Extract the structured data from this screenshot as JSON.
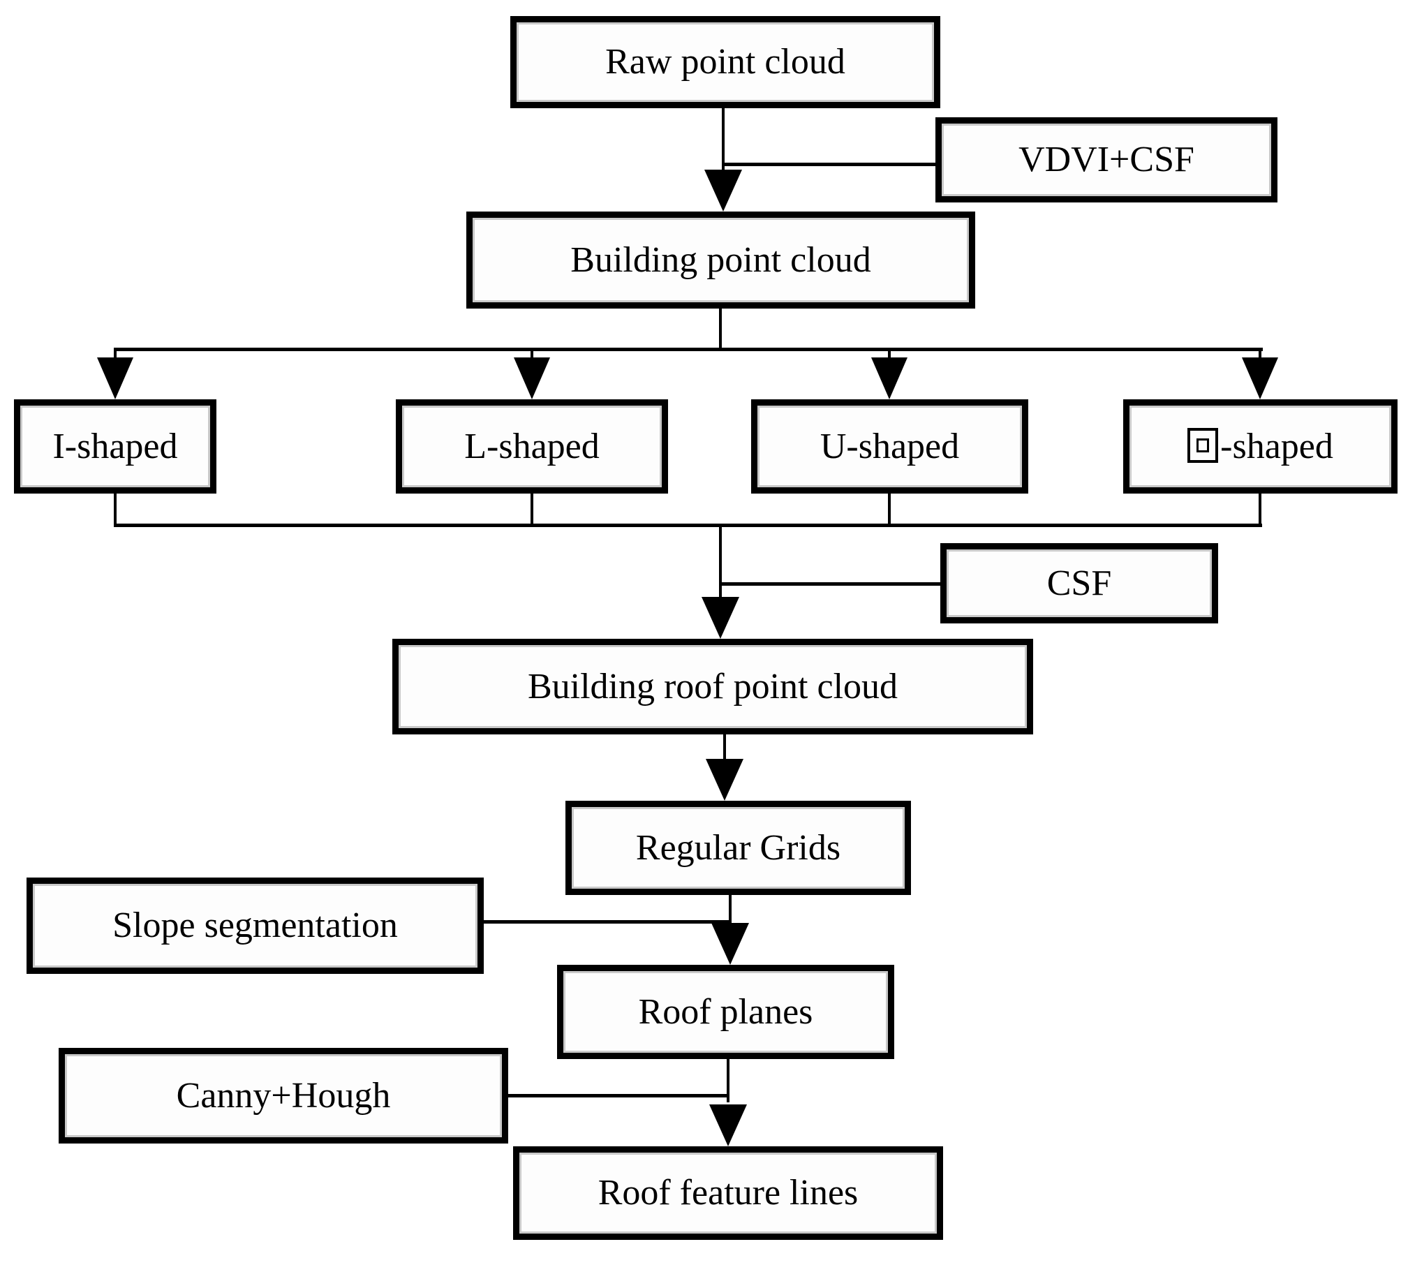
{
  "diagram": {
    "type": "flowchart",
    "colors": {
      "background": "#ffffff",
      "box_fill": "#fdfdfd",
      "box_border": "#000000",
      "inner_bevel": "#c9c9c9",
      "line": "#000000"
    },
    "nodes": {
      "raw_point_cloud": {
        "label": "Raw point cloud"
      },
      "vdvi_csf": {
        "label": "VDVI+CSF"
      },
      "building_point_cloud": {
        "label": "Building point cloud"
      },
      "i_shaped": {
        "label": "I-shaped"
      },
      "l_shaped": {
        "label": "L-shaped"
      },
      "u_shaped": {
        "label": "U-shaped"
      },
      "hui_shaped": {
        "label": "回-shaped",
        "glyph": "回",
        "suffix": "-shaped"
      },
      "csf": {
        "label": "CSF"
      },
      "building_roof_point_cloud": {
        "label": "Building roof point cloud"
      },
      "regular_grids": {
        "label": "Regular Grids"
      },
      "slope_segmentation": {
        "label": "Slope segmentation"
      },
      "roof_planes": {
        "label": "Roof planes"
      },
      "canny_hough": {
        "label": "Canny+Hough"
      },
      "roof_feature_lines": {
        "label": "Roof feature lines"
      }
    },
    "edges": [
      {
        "from": "Raw point cloud",
        "to": "Building point cloud",
        "via": "VDVI+CSF"
      },
      {
        "from": "Building point cloud",
        "to": "I-shaped"
      },
      {
        "from": "Building point cloud",
        "to": "L-shaped"
      },
      {
        "from": "Building point cloud",
        "to": "U-shaped"
      },
      {
        "from": "Building point cloud",
        "to": "回-shaped"
      },
      {
        "from": "I-shaped",
        "to": "Building roof point cloud",
        "via": "CSF"
      },
      {
        "from": "L-shaped",
        "to": "Building roof point cloud",
        "via": "CSF"
      },
      {
        "from": "U-shaped",
        "to": "Building roof point cloud",
        "via": "CSF"
      },
      {
        "from": "回-shaped",
        "to": "Building roof point cloud",
        "via": "CSF"
      },
      {
        "from": "Building roof point cloud",
        "to": "Regular Grids"
      },
      {
        "from": "Regular Grids",
        "to": "Roof planes",
        "via": "Slope segmentation"
      },
      {
        "from": "Roof planes",
        "to": "Roof feature lines",
        "via": "Canny+Hough"
      }
    ]
  }
}
